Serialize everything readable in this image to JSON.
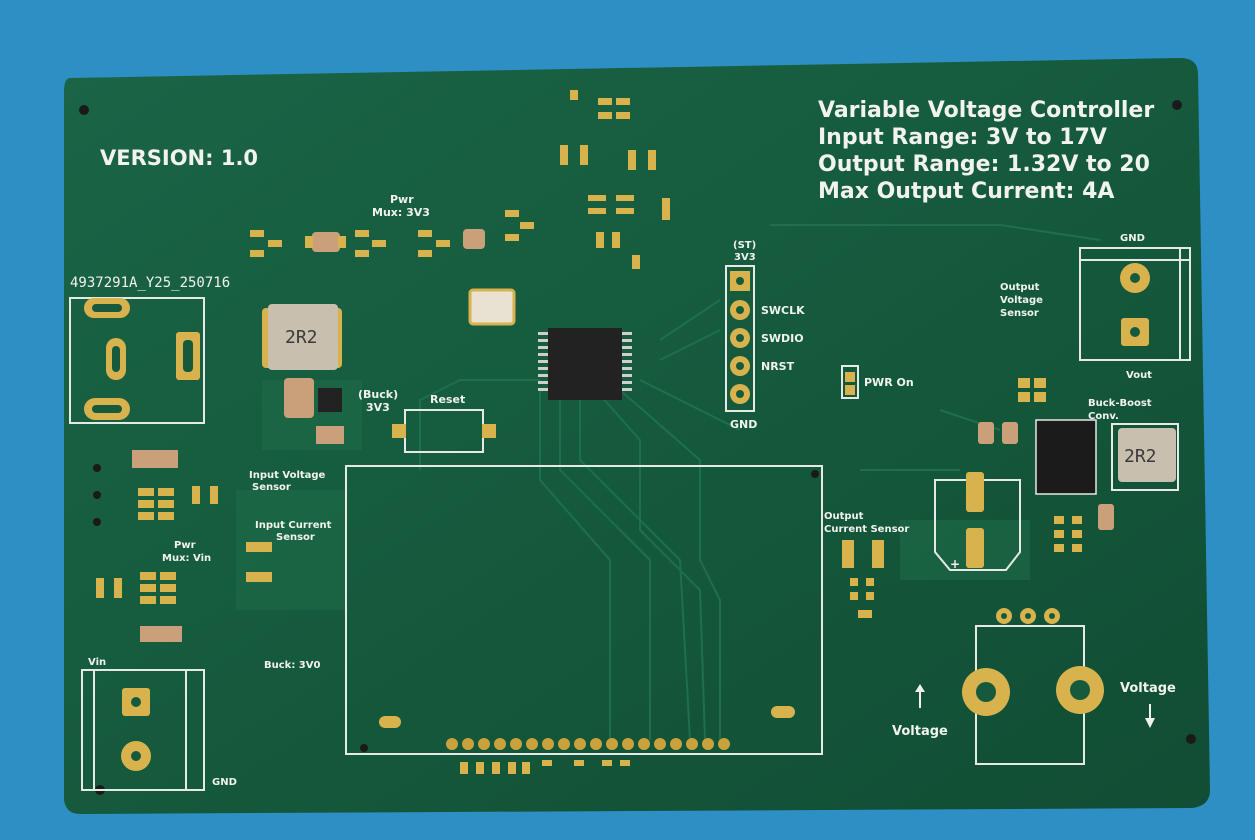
{
  "colors": {
    "background": "#2d8fc4",
    "pcb": "#155a3d",
    "silkscreen": "#f2f2ee",
    "pads": "#d8b24d"
  },
  "board": {
    "title_block": [
      "Variable Voltage Controller",
      "Input Range: 3V to 17V",
      "Output Range: 1.32V to 20",
      "Max Output Current: 4A"
    ],
    "version": "VERSION: 1.0",
    "part_code": "4937291A_Y25_250716",
    "labels": {
      "pwr_mux_3v3_line1": "Pwr",
      "pwr_mux_3v3_line2": "Mux: 3V3",
      "st_3v3_line1": "(ST)",
      "st_3v3_line2": "3V3",
      "swclk": "SWCLK",
      "swdio": "SWDIO",
      "nrst": "NRST",
      "gnd_swd": "GND",
      "pwr_on": "PWR On",
      "reset": "Reset",
      "buck_3v3_line1": "(Buck)",
      "buck_3v3_line2": "3V3",
      "inductor_left": "2R2",
      "inductor_right": "2R2",
      "input_voltage_sensor_line1": "Input Voltage",
      "input_voltage_sensor_line2": "Sensor",
      "input_current_sensor_line1": "Input Current",
      "input_current_sensor_line2": "Sensor",
      "pwr_mux_vin_line1": "Pwr",
      "pwr_mux_vin_line2": "Mux: Vin",
      "buck_3v0": "Buck: 3V0",
      "vin": "Vin",
      "gnd_bottom_left": "GND",
      "gnd_top_right": "GND",
      "vout": "Vout",
      "output_voltage_sensor_line1": "Output",
      "output_voltage_sensor_line2": "Voltage",
      "output_voltage_sensor_line3": "Sensor",
      "buck_boost_line1": "Buck-Boost",
      "buck_boost_line2": "Conv.",
      "output_current_sensor_line1": "Output",
      "output_current_sensor_line2": "Current Sensor",
      "voltage_up": "Voltage",
      "voltage_down": "Voltage"
    }
  }
}
